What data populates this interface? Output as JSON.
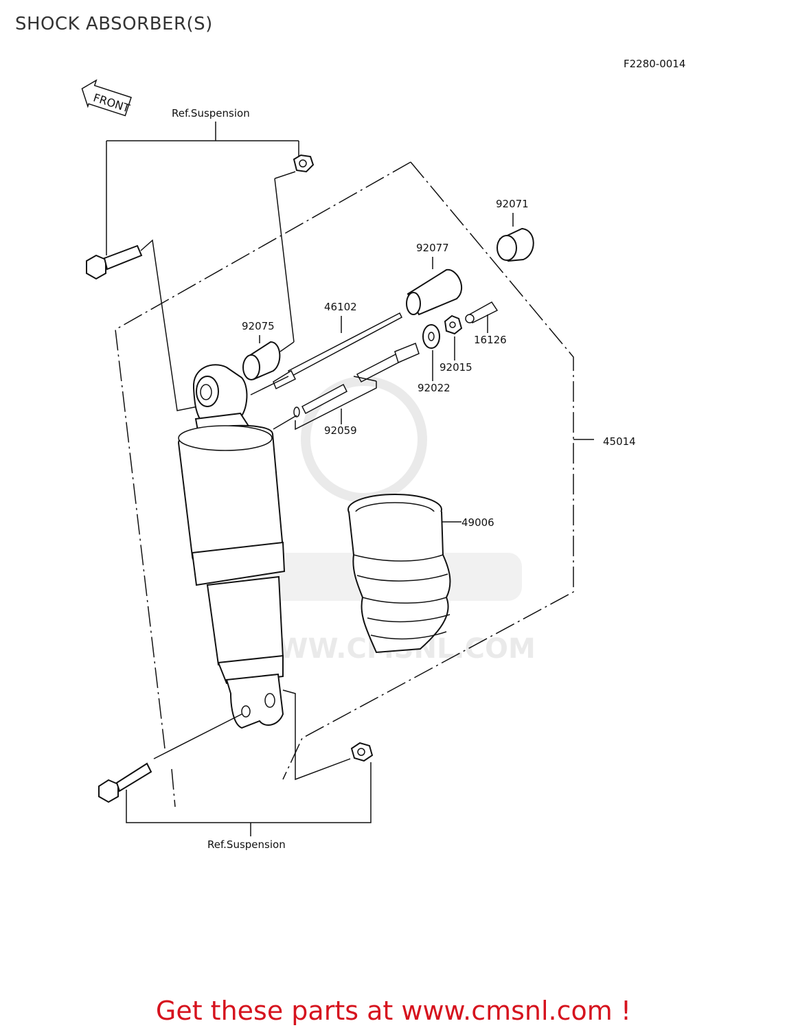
{
  "title": "SHOCK ABSORBER(S)",
  "figure_code": "F2280-0014",
  "front_label": "FRONT",
  "ref_top": "Ref.Suspension",
  "ref_bottom": "Ref.Suspension",
  "parts": {
    "p92071": "92071",
    "p92077": "92077",
    "p46102": "46102",
    "p92075": "92075",
    "p16126": "16126",
    "p92015": "92015",
    "p92022": "92022",
    "p92059": "92059",
    "p45014": "45014",
    "p49006": "49006"
  },
  "watermark": "WWW.CMSNL.COM",
  "footer": "Get these parts at www.cmsnl.com !",
  "colors": {
    "footer": "#d6131e",
    "watermark": "#d9d9d9"
  }
}
